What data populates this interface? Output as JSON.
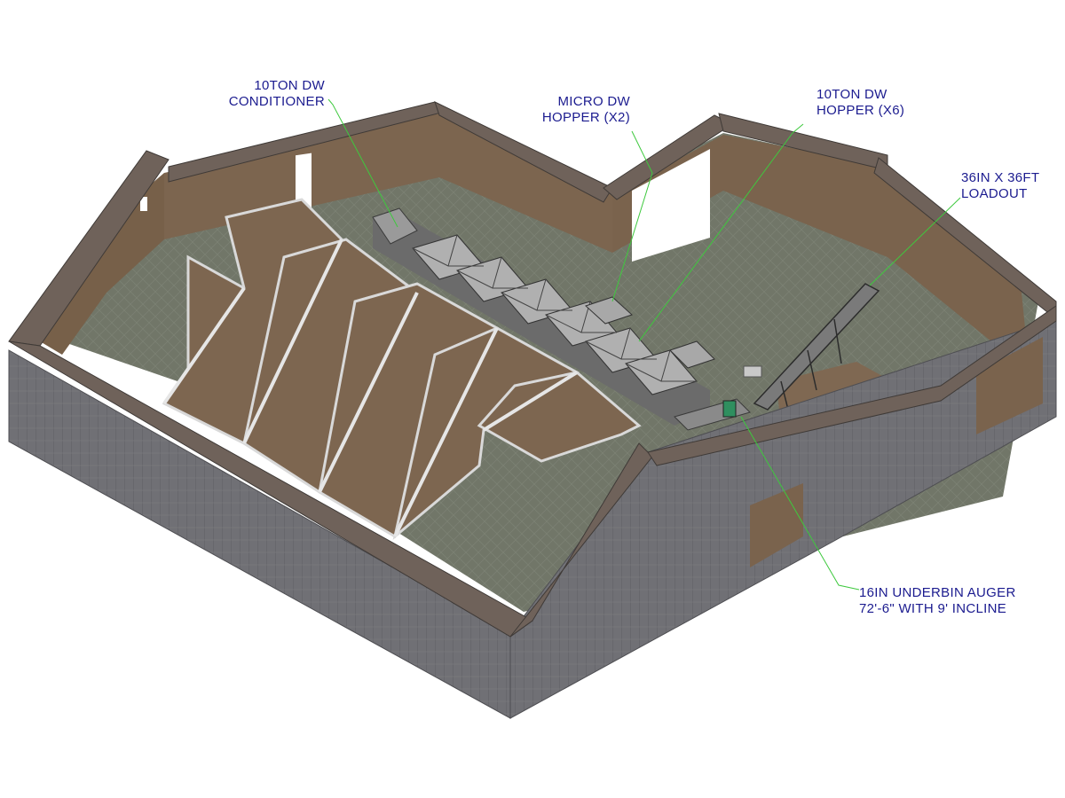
{
  "callouts": {
    "conditioner": {
      "line1": "10TON DW",
      "line2": "CONDITIONER"
    },
    "micro_hopper": {
      "line1": "MICRO DW",
      "line2": "HOPPER (X2)"
    },
    "ten_ton_hopper": {
      "line1": "10TON DW",
      "line2": "HOPPER (X6)"
    },
    "loadout": {
      "line1": "36IN X 36FT",
      "line2": "LOADOUT"
    },
    "auger": {
      "line1": "16IN UNDERBIN AUGER",
      "line2": "72'-6\" WITH 9' INCLINE"
    }
  },
  "colors": {
    "leader": "#3ec93e",
    "label": "#1b1b8f",
    "wall_interior": "#7a644e",
    "wall_exterior": "#6e6e73",
    "wall_top": "#6b5f58",
    "floor": "#6f7468",
    "equipment": "#8c8c8c"
  }
}
